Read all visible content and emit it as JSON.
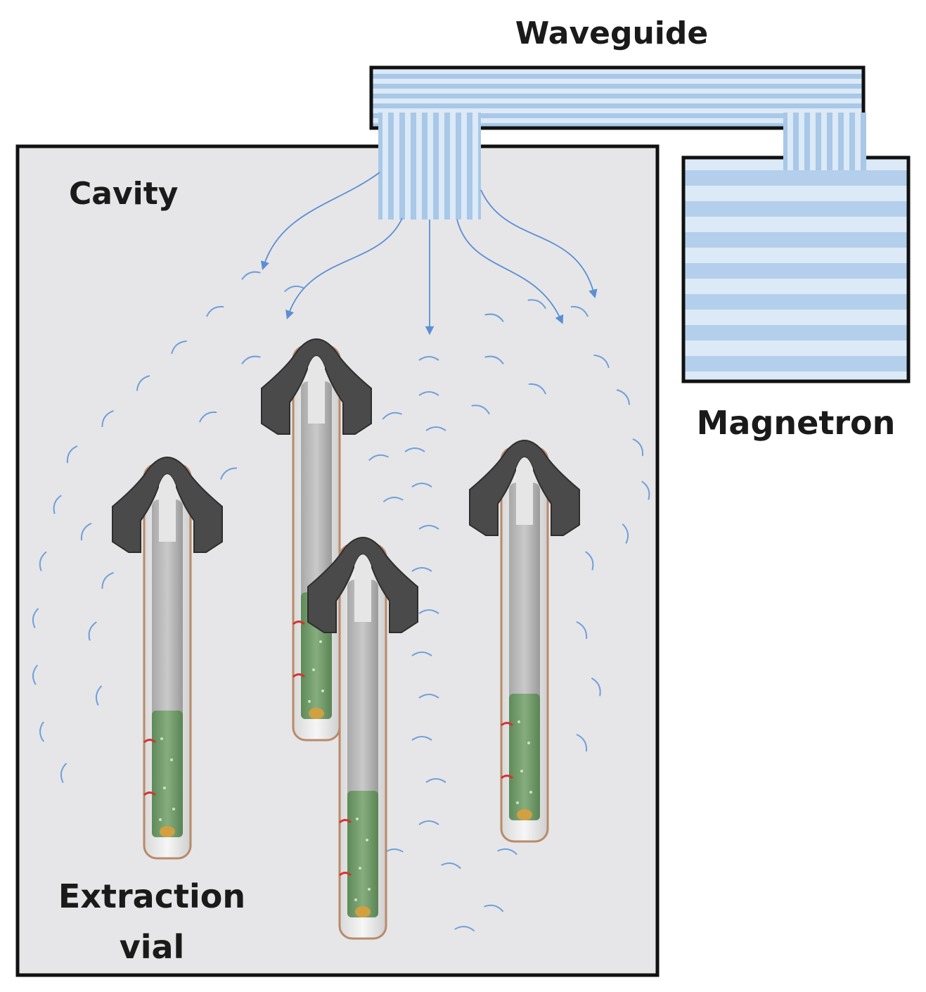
{
  "labels": {
    "waveguide": "Waveguide",
    "cavity": "Cavity",
    "magnetron": "Magnetron",
    "extraction_line1": "Extraction",
    "extraction_line2": "vial"
  },
  "colors": {
    "wave_blue": "#5b8fd4",
    "stripe_light": "#dce9f6",
    "stripe_dark": "#a9c8e8",
    "cavity_fill": "#e6e6e8",
    "outline": "#111111",
    "cap": "#4a4a4a",
    "extract_green": "#6e9a68",
    "marker_red": "#d33333"
  },
  "icons": [
    "microwave-wave-arc",
    "extraction-vial-icon",
    "flow-arrow"
  ]
}
